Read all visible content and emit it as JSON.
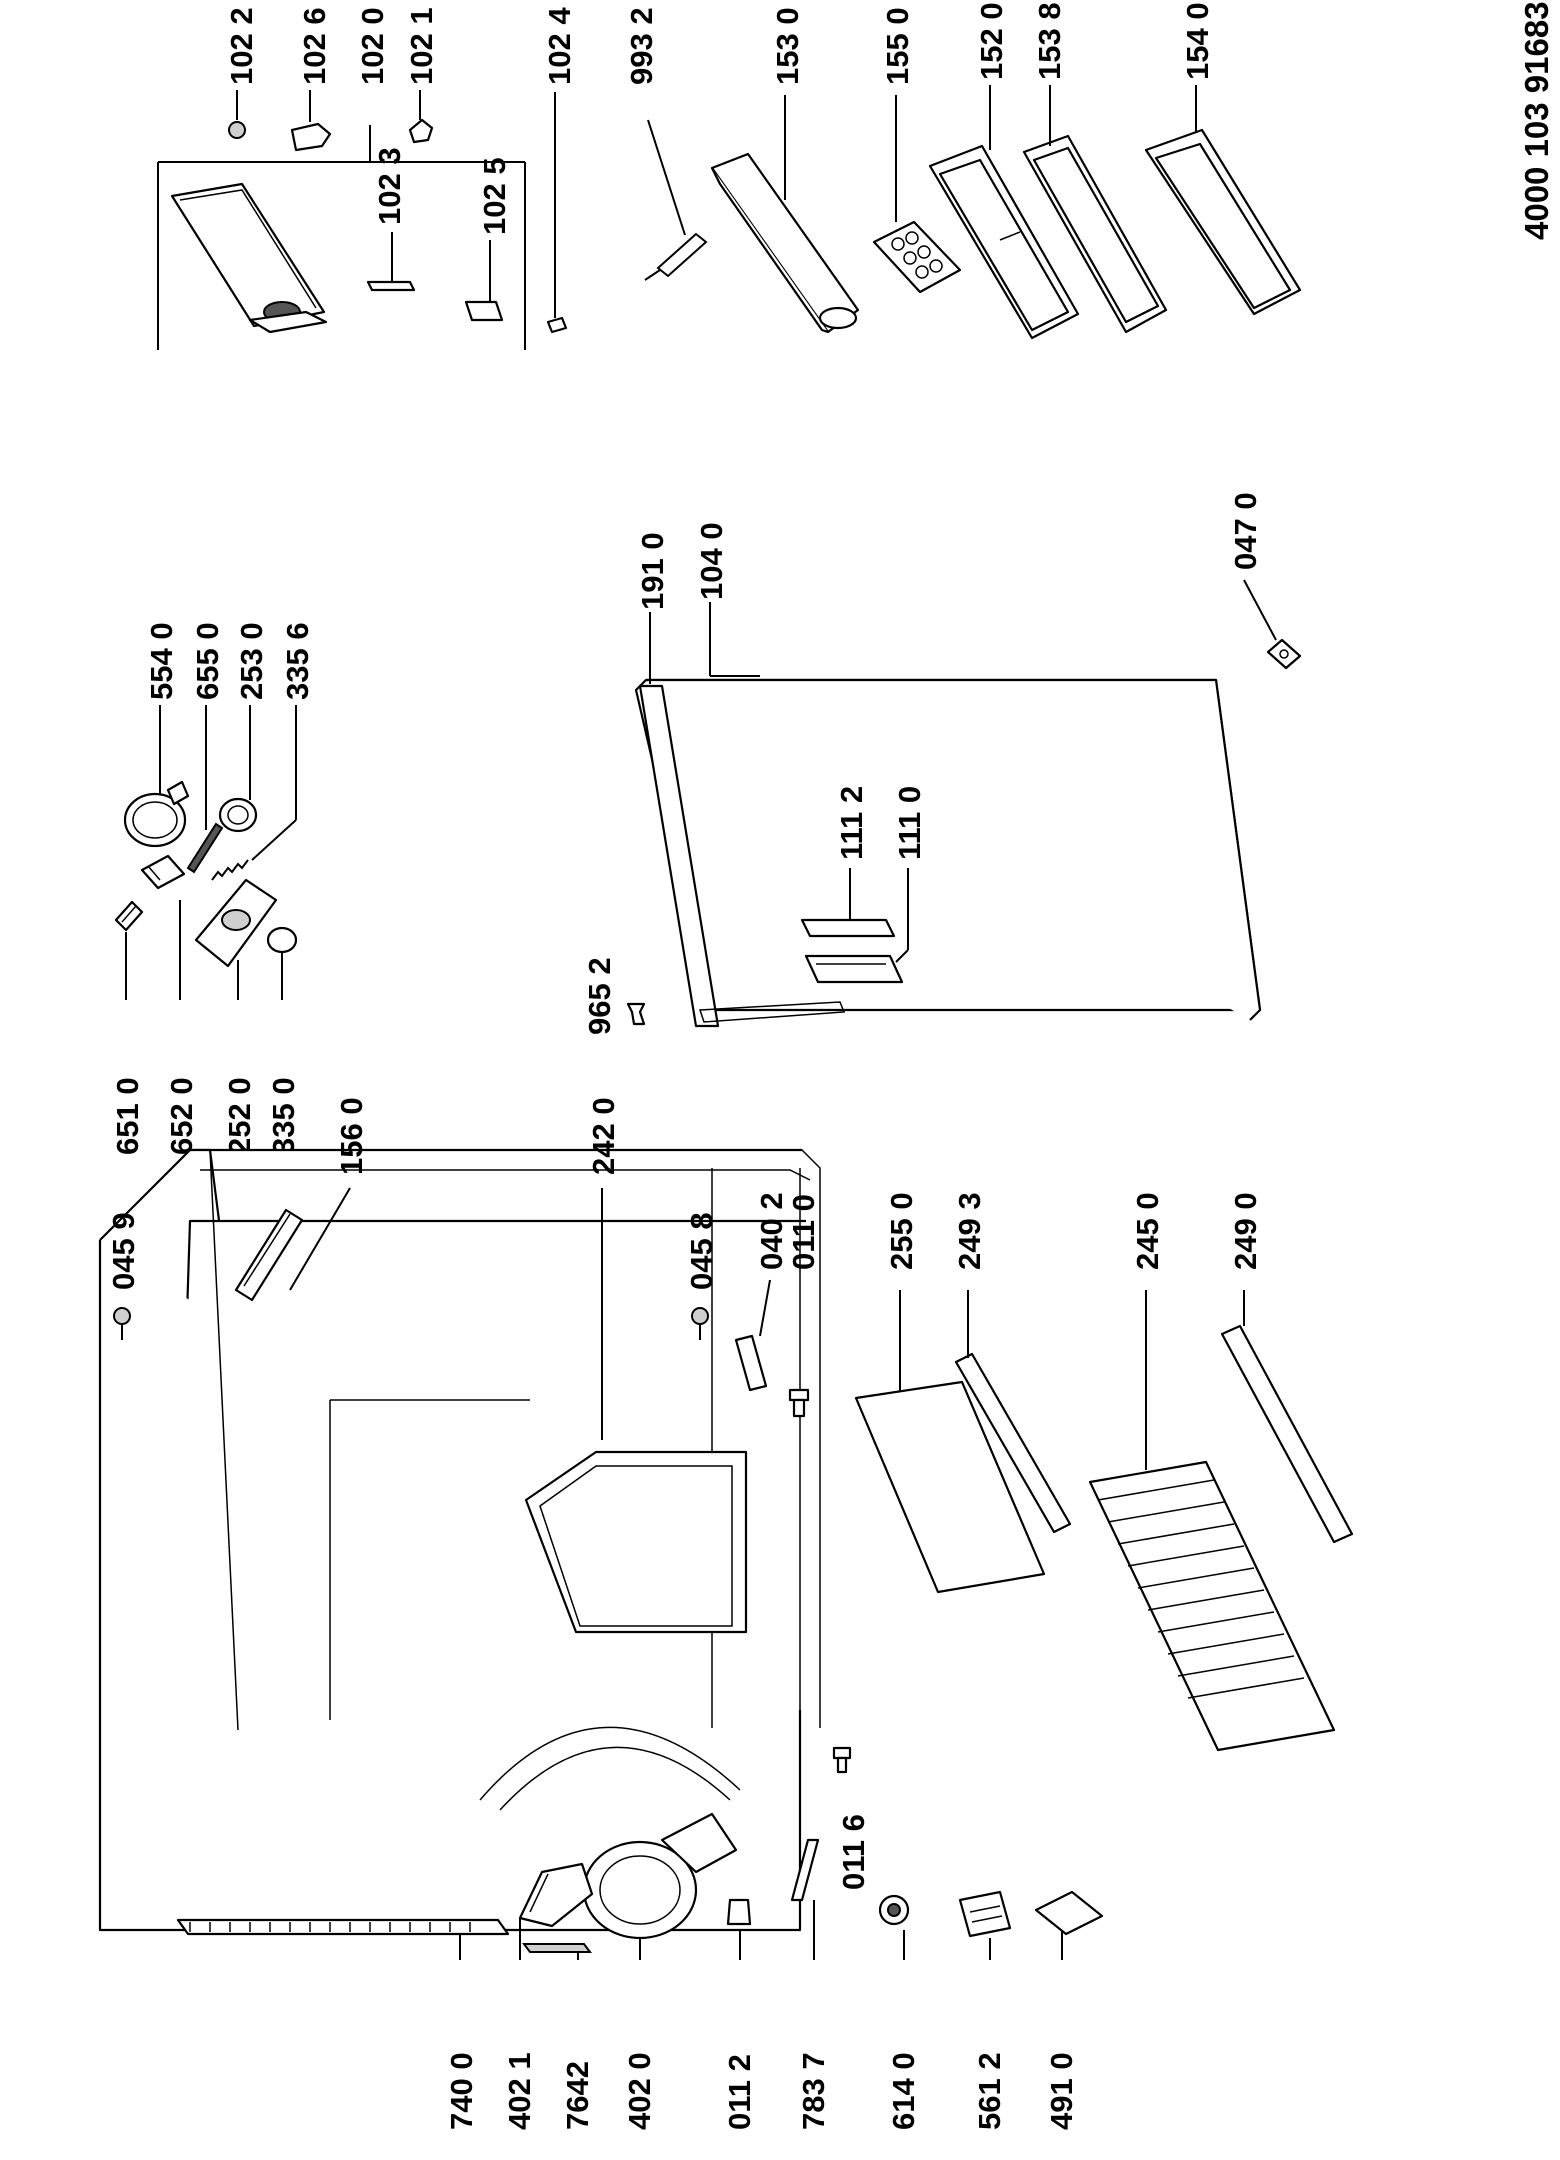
{
  "document_number": "4000 103 91683",
  "labels": {
    "l1022": "102 2",
    "l1026": "102 6",
    "l1020": "102 0",
    "l1021": "102 1",
    "l1024": "102 4",
    "l9932": "993 2",
    "l1530": "153 0",
    "l1550": "155 0",
    "l1520": "152 0",
    "l1538": "153 8",
    "l1540": "154 0",
    "l1023": "102 3",
    "l1025": "102 5",
    "l5540": "554 0",
    "l6550": "655 0",
    "l2530": "253 0",
    "l3356": "335 6",
    "l6510": "651 0",
    "l6520": "652 0",
    "l2520": "252 0",
    "l3350": "335 0",
    "l1910": "191 0",
    "l1040": "104 0",
    "l1112": "111 2",
    "l1110": "111 0",
    "l9652": "965 2",
    "l0470": "047 0",
    "l0459": "045 9",
    "l1560": "156 0",
    "l2420": "242 0",
    "l0458": "045 8",
    "l0402": "040 2",
    "l0110": "011 0",
    "l2550": "255 0",
    "l2493": "249 3",
    "l2450": "245 0",
    "l2490": "249 0",
    "l0116": "011 6",
    "l7400": "740 0",
    "l4021": "402 1",
    "l7642": "7642",
    "l4020": "402 0",
    "l0112": "011 2",
    "l7837": "783 7",
    "l6140": "614 0",
    "l5612": "561 2",
    "l4910": "491 0"
  }
}
